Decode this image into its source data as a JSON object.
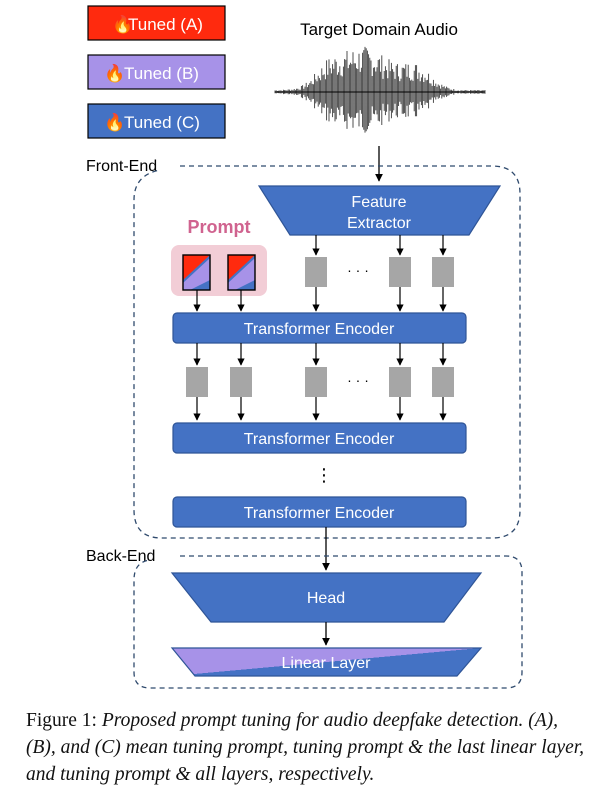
{
  "legend": {
    "items": [
      {
        "label": "Tuned (A)",
        "color": "#ff2a0e",
        "icon": "flame-icon"
      },
      {
        "label": "Tuned (B)",
        "color": "#a792e8",
        "icon": "flame-icon"
      },
      {
        "label": "Tuned (C)",
        "color": "#4472c4",
        "icon": "flame-icon"
      }
    ]
  },
  "audio": {
    "label": "Target Domain Audio"
  },
  "front_end": {
    "label": "Front-End"
  },
  "back_end": {
    "label": "Back-End"
  },
  "feature_extractor": {
    "line1": "Feature",
    "line2": "Extractor"
  },
  "prompt": {
    "label": "Prompt"
  },
  "encoders": [
    {
      "label": "Transformer Encoder"
    },
    {
      "label": "Transformer Encoder"
    },
    {
      "label": "Transformer Encoder"
    }
  ],
  "ellipsis": "· · ·",
  "vertical_ellipsis": "⋮",
  "head": {
    "label": "Head"
  },
  "linear_layer": {
    "label": "Linear Layer"
  },
  "caption": {
    "prefix": "Figure 1: ",
    "text": "Proposed prompt tuning for audio deepfake detection. (A), (B), and (C) mean tuning prompt, tuning prompt & the last linear layer, and tuning prompt & all layers, respectively."
  },
  "colors": {
    "blue": "#4472c4",
    "blue_border": "#2f5597",
    "red": "#ff2a0e",
    "purple": "#a792e8",
    "gray": "#a6a6a6",
    "prompt_bg": "#f2cdd6",
    "prompt_text": "#d0638f",
    "dash": "#2f4a6d"
  }
}
